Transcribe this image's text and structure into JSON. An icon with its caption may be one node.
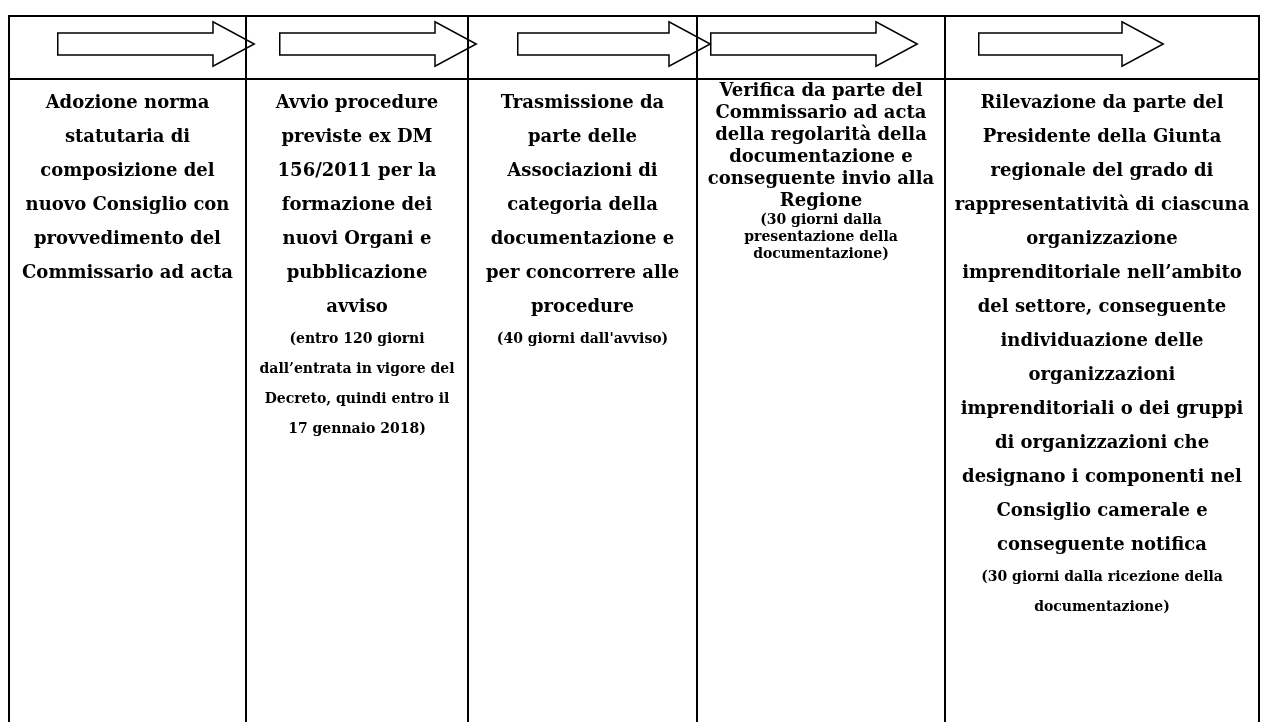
{
  "diagram": {
    "nodes": [
      {
        "text": [
          "Adozione norma statutaria di composizione del nuovo Consiglio con provvedimento del Commissario ad acta"
        ]
      },
      {
        "text": [
          "Avvio procedure previste ex DM 156/2011 per la formazione dei nuovi Organi e pubblicazione avviso",
          "(entro 120 giorni dall’entrata in vigore del Decreto, quindi entro il 17 gennaio 2018)"
        ]
      },
      {
        "text": [
          "Trasmissione da parte delle Associazioni di categoria della documentazione e per concorrere alle procedure",
          "(40 giorni dall'avviso)"
        ]
      },
      {
        "text": [
          "Verifica da parte del Commissario ad acta della regolarità della documentazione e conseguente invio alla Regione",
          "(30 giorni dalla presentazione della documentazione)"
        ]
      },
      {
        "text": [
          "Rilevazione da parte del Presidente della Giunta regionale del grado di rappresentatività di ciascuna organizzazione imprenditoriale nell’ambito del settore, conseguente individuazione delle organizzazioni imprenditoriali o dei gruppi di organizzazioni che designano i componenti nel Consiglio camerale e conseguente notifica",
          "(30 giorni dalla ricezione della documentazione)"
        ]
      }
    ],
    "edges": [
      {
        "from": 0,
        "to": 1,
        "arrow": "to"
      },
      {
        "from": 1,
        "to": 2,
        "arrow": "to"
      },
      {
        "from": 2,
        "to": 3,
        "arrow": "to"
      },
      {
        "from": 3,
        "to": 4,
        "arrow": "to"
      },
      {
        "from": 4,
        "to": null,
        "arrow": "to"
      }
    ]
  }
}
